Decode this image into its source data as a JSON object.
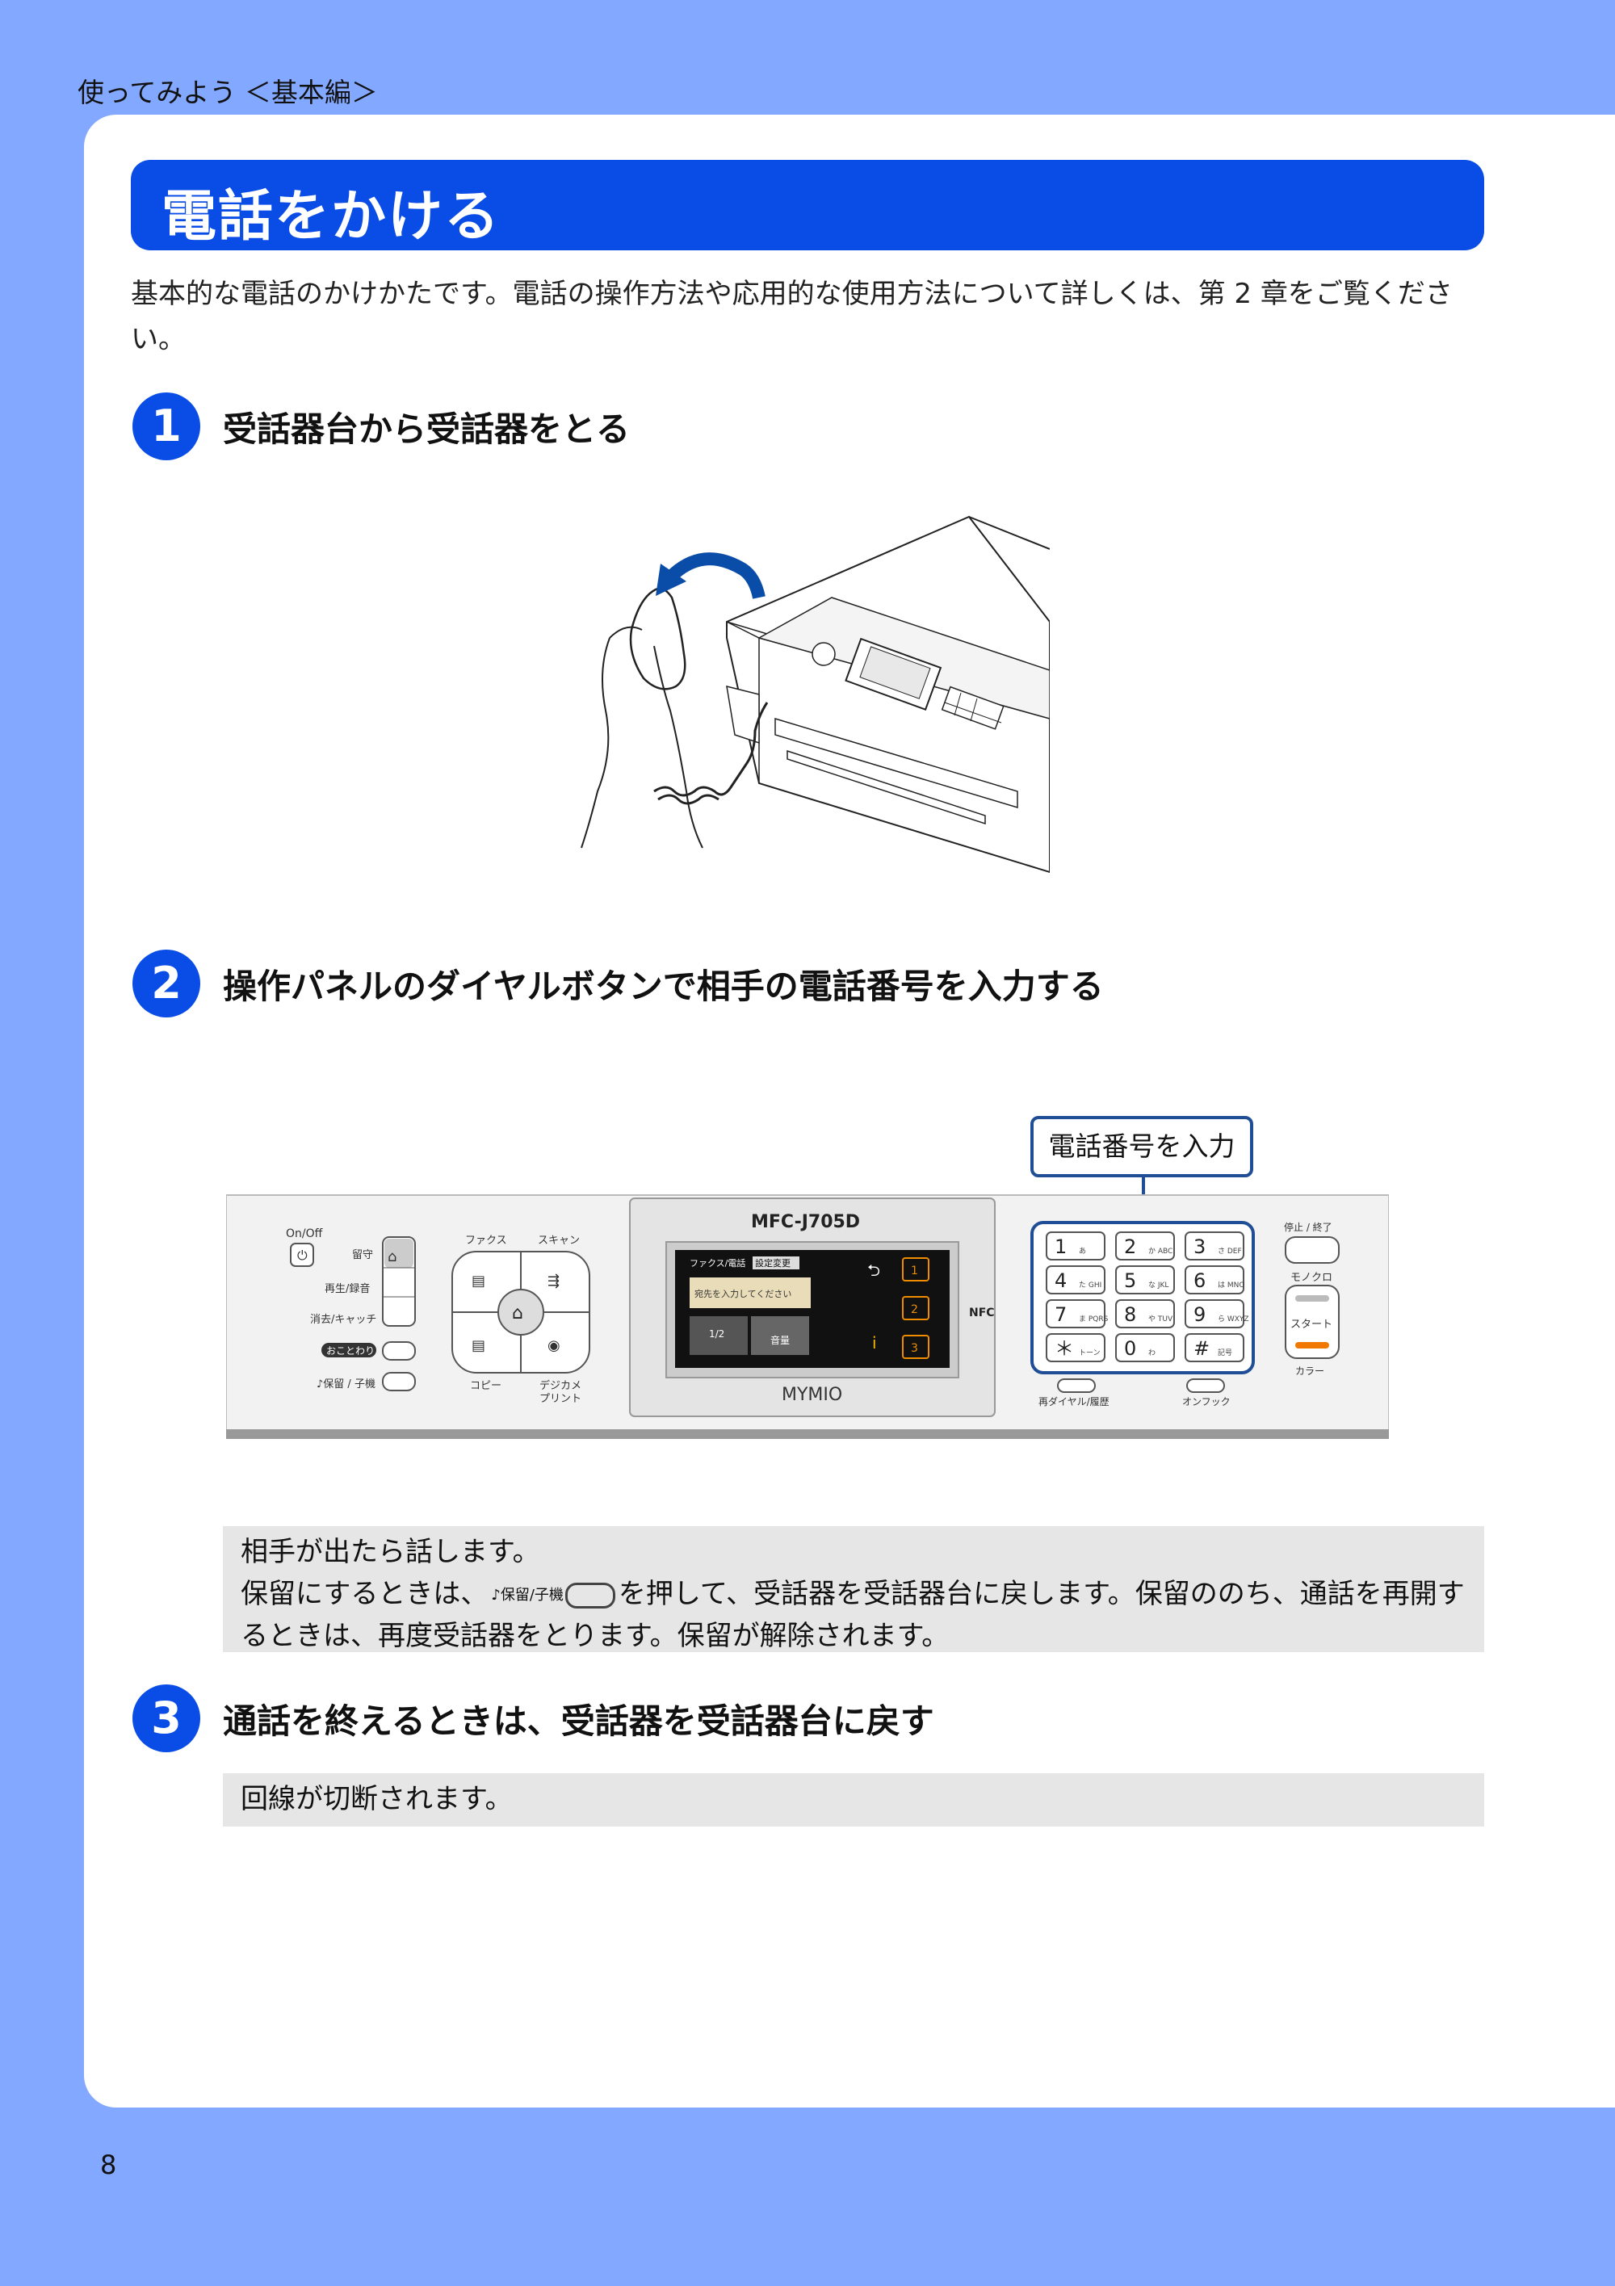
{
  "header": {
    "section": "使ってみよう ＜基本編＞"
  },
  "page_number": "8",
  "title": "電話をかける",
  "intro": "基本的な電話のかけかたです。電話の操作方法や応用的な使用方法について詳しくは、第 2 章をご覧ください。",
  "steps": [
    {
      "number": "1",
      "title": "受話器台から受話器をとる"
    },
    {
      "number": "2",
      "title": "操作パネルのダイヤルボタンで相手の電話番号を入力する"
    },
    {
      "number": "3",
      "title": "通話を終えるときは、受話器を受話器台に戻す"
    }
  ],
  "callout": "電話番号を入力",
  "note_step2": {
    "line1": "相手が出たら話します。",
    "line2_before": "保留にするときは、",
    "line2_key": "♪保留/子機",
    "line2_after": "を押して、受話器を受話器台に戻します。保留ののち、通話を再開するときは、再度受話器をとります。保留が解除されます。"
  },
  "note_step3": "回線が切断されます。",
  "control_panel": {
    "model": "MFC-J705D",
    "brand": "MYMIO",
    "on_off": "On/Off",
    "left_labels": [
      "留守",
      "再生/録音",
      "消去/キャッチ",
      "おことわり",
      "♪保留 / 子機"
    ],
    "nav_labels": [
      "ファクス",
      "スキャン",
      "コピー",
      "デジカメ",
      "プリント"
    ],
    "lcd": {
      "tab1": "ファクス/電話",
      "tab2": "設定変更",
      "prompt": "宛先を入力してください",
      "btn1": "1/2",
      "btn2": "音量",
      "speed": [
        "1",
        "2",
        "3"
      ]
    },
    "nfc": "NFC",
    "keypad": [
      [
        "1",
        "2",
        "3"
      ],
      [
        "4",
        "5",
        "6"
      ],
      [
        "7",
        "8",
        "9"
      ],
      [
        "＊",
        "0",
        "#"
      ]
    ],
    "keypad_sub": [
      [
        "あ",
        "か ABC",
        "さ DEF"
      ],
      [
        "た GHI",
        "な JKL",
        "は MNO"
      ],
      [
        "ま PQRS",
        "や TUV",
        "ら WXYZ"
      ],
      [
        "トーン",
        "わ",
        "記号"
      ]
    ],
    "right_labels": [
      "停止 / 終了",
      "モノクロ",
      "スタート",
      "カラー"
    ],
    "bottom_labels": [
      "再ダイヤル/履歴",
      "オンフック"
    ]
  }
}
